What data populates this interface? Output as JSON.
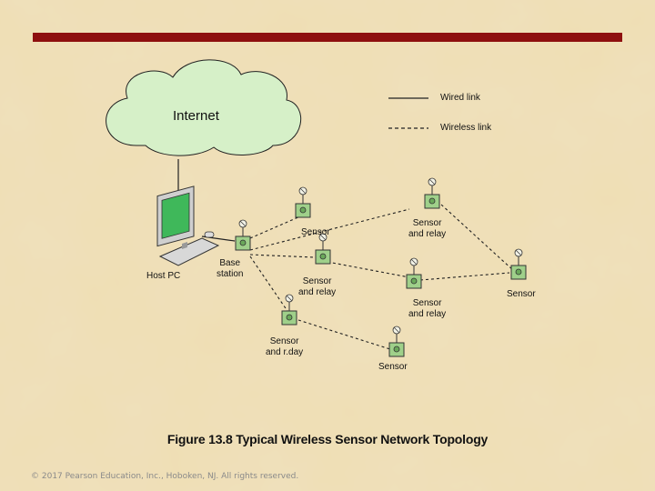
{
  "labels": {
    "internet": "Internet",
    "wired_link": "Wired link",
    "wireless_link": "Wireless link",
    "host_pc": "Host PC",
    "base_station": "Base\nstation",
    "sensor_top": "Sensor",
    "sensor_relay_top": "Sensor\nand relay",
    "sensor_relay_mid": "Sensor\nand relay",
    "sensor_relay_right": "Sensor\nand relay",
    "sensor_far_right": "Sensor",
    "sensor_relay_low": "Sensor\nand r.day",
    "sensor_bottom": "Sensor"
  },
  "caption": "Figure 13.8  Typical Wireless Sensor Network Topology",
  "copyright": "© 2017 Pearson Education, Inc., Hoboken, NJ. All rights reserved.",
  "colors": {
    "accent_bar": "#8e0f0f",
    "cloud_fill": "#d6f0c8",
    "node_fill": "#9fd08a"
  }
}
